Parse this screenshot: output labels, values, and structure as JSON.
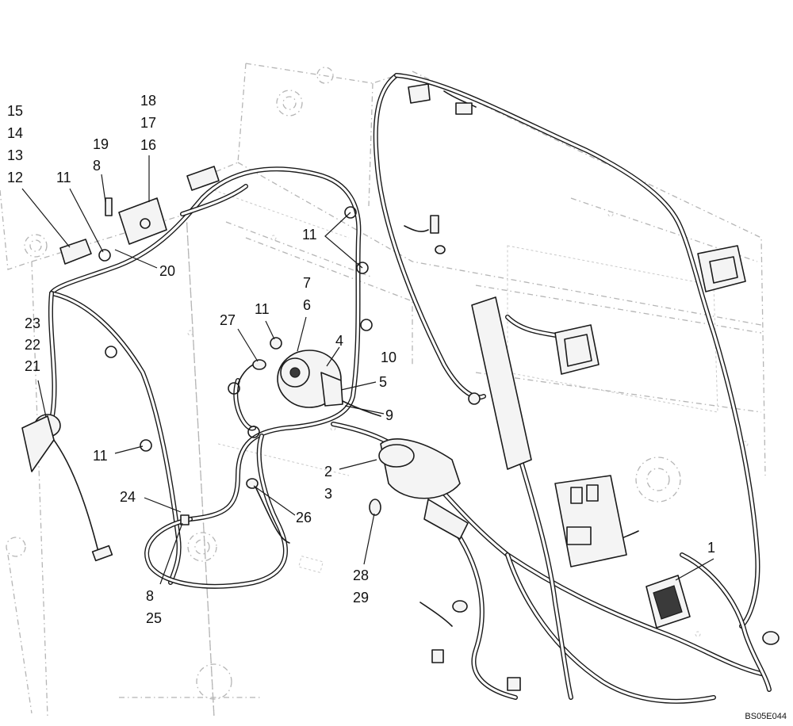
{
  "diagram": {
    "figure_id": "BS05E044",
    "callouts": [
      {
        "id": "c15",
        "text": "15"
      },
      {
        "id": "c14",
        "text": "14"
      },
      {
        "id": "c13",
        "text": "13"
      },
      {
        "id": "c12",
        "text": "12"
      },
      {
        "id": "c11a",
        "text": "11"
      },
      {
        "id": "c18",
        "text": "18"
      },
      {
        "id": "c17",
        "text": "17"
      },
      {
        "id": "c16",
        "text": "16"
      },
      {
        "id": "c19",
        "text": "19"
      },
      {
        "id": "c8a",
        "text": "8"
      },
      {
        "id": "c20",
        "text": "20"
      },
      {
        "id": "c11b",
        "text": "11"
      },
      {
        "id": "c7",
        "text": "7"
      },
      {
        "id": "c6",
        "text": "6"
      },
      {
        "id": "c11c",
        "text": "11"
      },
      {
        "id": "c27",
        "text": "27"
      },
      {
        "id": "c4",
        "text": "4"
      },
      {
        "id": "c10",
        "text": "10"
      },
      {
        "id": "c5",
        "text": "5"
      },
      {
        "id": "c9",
        "text": "9"
      },
      {
        "id": "c23",
        "text": "23"
      },
      {
        "id": "c22",
        "text": "22"
      },
      {
        "id": "c21",
        "text": "21"
      },
      {
        "id": "c11d",
        "text": "11"
      },
      {
        "id": "c2",
        "text": "2"
      },
      {
        "id": "c3",
        "text": "3"
      },
      {
        "id": "c24",
        "text": "24"
      },
      {
        "id": "c26",
        "text": "26"
      },
      {
        "id": "c28",
        "text": "28"
      },
      {
        "id": "c29",
        "text": "29"
      },
      {
        "id": "c8b",
        "text": "8"
      },
      {
        "id": "c25",
        "text": "25"
      },
      {
        "id": "c1",
        "text": "1"
      }
    ]
  }
}
